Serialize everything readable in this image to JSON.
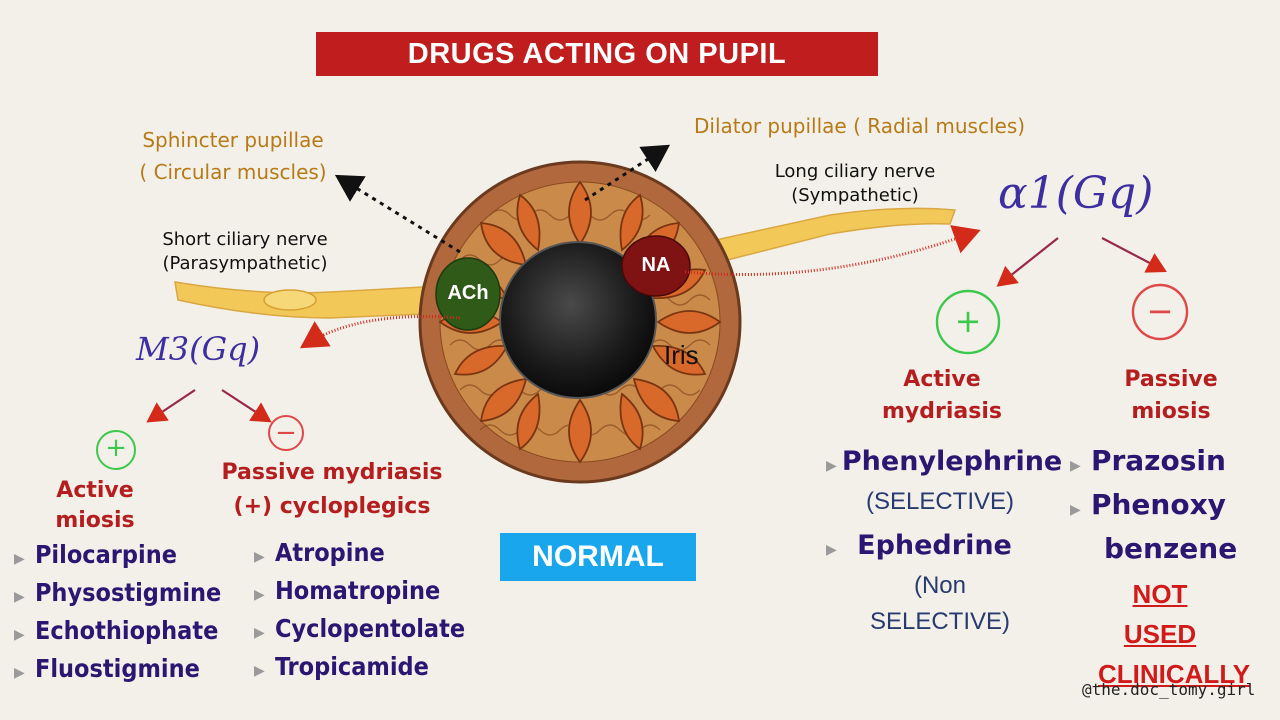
{
  "title": "DRUGS ACTING ON PUPIL",
  "muscles": {
    "sphincter_line1": "Sphincter pupillae",
    "sphincter_line2": "( Circular muscles)",
    "dilator": "Dilator pupillae ( Radial muscles)"
  },
  "nerves": {
    "short_line1": "Short ciliary nerve",
    "short_line2": "(Parasympathetic)",
    "long_line1": "Long ciliary nerve",
    "long_line2": "(Sympathetic)"
  },
  "iris": {
    "ach": "ACh",
    "na": "NA",
    "label": "Iris"
  },
  "receptors": {
    "m3": "M3(Gq)",
    "alpha1": "α1(Gq)"
  },
  "signs": {
    "plus": "+",
    "minus": "−"
  },
  "left": {
    "active_line1": "Active",
    "active_line2": "miosis",
    "passive_line1": "Passive mydriasis",
    "passive_line2": "(+) cycloplegics",
    "active_drugs": [
      "Pilocarpine",
      "Physostigmine",
      "Echothiophate",
      "Fluostigmine"
    ],
    "passive_drugs": [
      "Atropine",
      "Homatropine",
      "Cyclopentolate",
      "Tropicamide"
    ]
  },
  "center": {
    "normal": "NORMAL"
  },
  "right": {
    "active_line1": "Active",
    "active_line2": "mydriasis",
    "passive_line1": "Passive",
    "passive_line2": "miosis",
    "phenylephrine": "Phenylephrine",
    "selective": "(SELECTIVE)",
    "ephedrine": "Ephedrine",
    "non_line1": "(Non",
    "non_line2": "SELECTIVE)",
    "prazosin": "Prazosin",
    "phenoxy": "Phenoxy",
    "benzene": "benzene",
    "not_used_line1": "NOT USED",
    "not_used_line2": "CLINICALLY"
  },
  "credit": "@the.doc_tomy.girl",
  "colors": {
    "background": "#f3f0ea",
    "title_bg": "#c01e1e",
    "normal_bg": "#1aa6ec",
    "iris_outer": "#b0683c",
    "ach": "#2f5a18",
    "na": "#7f1212",
    "drug_text": "#2b1672",
    "effect_text": "#b41e1e",
    "muscle_text": "#b77a17",
    "plus": "#3cc84a",
    "minus": "#e04848"
  }
}
